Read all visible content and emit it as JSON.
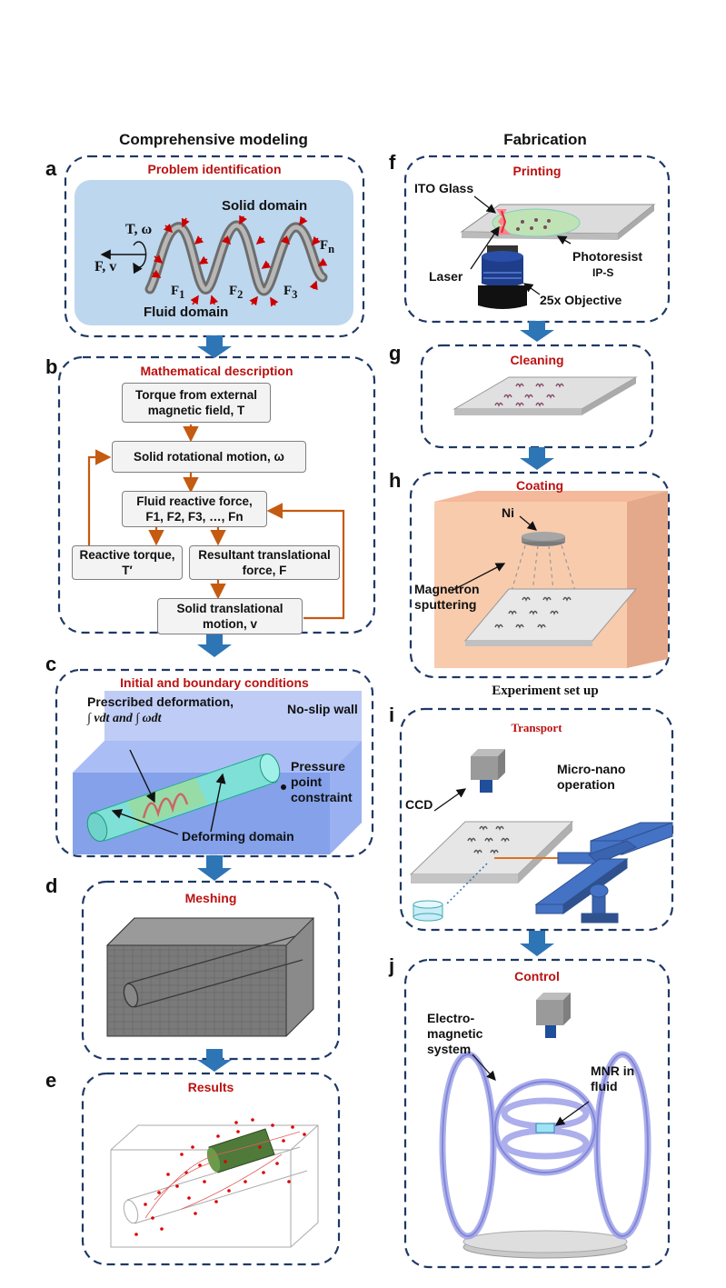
{
  "columns": {
    "left": "Comprehensive modeling",
    "right": "Fabrication",
    "experiment": "Experiment set up"
  },
  "panels": {
    "a": {
      "letter": "a",
      "title": "Problem identification",
      "solid": "Solid domain",
      "fluid": "Fluid domain",
      "torque": "T, ω",
      "force": "F, v",
      "f1": "F",
      "f1sub": "1",
      "f2": "F",
      "f2sub": "2",
      "f3": "F",
      "f3sub": "3",
      "fn": "F",
      "fnsub": "n"
    },
    "b": {
      "letter": "b",
      "title": "Mathematical description",
      "box1": "Torque from external magnetic field, T",
      "box2": "Solid rotational motion, ω",
      "box3a": "Fluid reactive force,",
      "box3b": "F1, F2, F3, …, Fn",
      "box4": "Reactive torque, T′",
      "box5": "Resultant translational force, F",
      "box6": "Solid translational motion, v"
    },
    "c": {
      "letter": "c",
      "title": "Initial and boundary conditions",
      "prescribed": "Prescribed deformation,",
      "integral": "∫ vdt and ∫ ωdt",
      "noslip": "No-slip wall",
      "pressure": "Pressure point constraint",
      "deforming": "Deforming domain"
    },
    "d": {
      "letter": "d",
      "title": "Meshing"
    },
    "e": {
      "letter": "e",
      "title": "Results"
    },
    "f": {
      "letter": "f",
      "title": "Printing",
      "ito": "ITO Glass",
      "photoresist": "Photoresist",
      "ips": "IP-S",
      "laser": "Laser",
      "objective": "25x Objective"
    },
    "g": {
      "letter": "g",
      "title": "Cleaning"
    },
    "h": {
      "letter": "h",
      "title": "Coating",
      "ni": "Ni",
      "magnetron": "Magnetron sputtering"
    },
    "i": {
      "letter": "i",
      "title": "Transport",
      "ccd": "CCD",
      "micro": "Micro-nano operation"
    },
    "j": {
      "letter": "j",
      "title": "Control",
      "electro": "Electro-magnetic system",
      "mnr": "MNR in fluid"
    }
  },
  "colors": {
    "border": "#1f3864",
    "title_red": "#b11",
    "arrow_blue": "#2e75b6",
    "flow_orange": "#c55a11",
    "panel_a_fill": "#bdd7ee",
    "coating_fill": "#f8cbad"
  }
}
